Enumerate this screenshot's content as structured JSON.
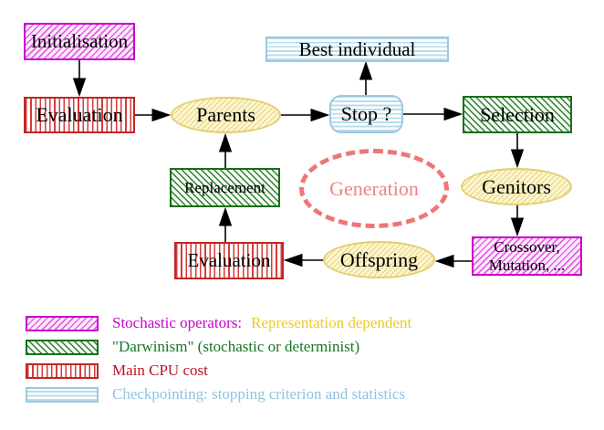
{
  "nodes": {
    "initialisation": "Initialisation",
    "evaluation_top": "Evaluation",
    "parents": "Parents",
    "best_individual": "Best individual",
    "stop": "Stop ?",
    "selection": "Selection",
    "genitors": "Genitors",
    "crossover_line1": "Crossover,",
    "crossover_line2": "Mutation, ...",
    "offspring": "Offspring",
    "evaluation_bottom": "Evaluation",
    "replacement": "Replacement",
    "generation": "Generation"
  },
  "legend": [
    {
      "swatch": "magenta-diagonal-hatch",
      "label": "Stochastic operators:",
      "label2": "Representation dependent"
    },
    {
      "swatch": "green-diagonal-hatch",
      "label": "\"Darwinism\" (stochastic or determinist)"
    },
    {
      "swatch": "red-vertical-stripes",
      "label": "Main CPU cost"
    },
    {
      "swatch": "cyan-horizontal-stripes",
      "label": "Checkpointing: stopping criterion and statistics"
    }
  ],
  "colors": {
    "stochastic_magenta": "#cc00cc",
    "darwinism_green": "#1a6e1a",
    "cpu_red": "#bf2626",
    "checkpoint_cyan": "#9cc9e0",
    "population_yellow": "#e2cf6e",
    "generation_salmon": "#ee7676",
    "legend_text_gold": "#eecb22",
    "legend_text_green": "#167622",
    "legend_text_darkred": "#bb1122",
    "legend_text_lightblue": "#8fc3de",
    "arrow_black": "#000000"
  }
}
